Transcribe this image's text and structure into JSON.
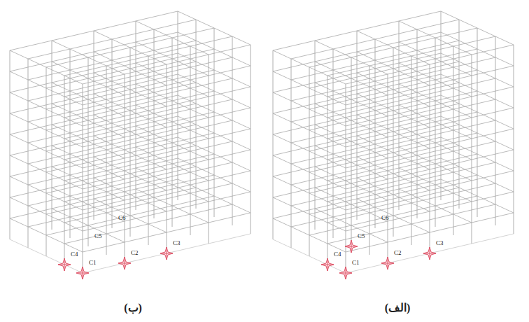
{
  "diagram": {
    "labels": [
      "C5",
      "C6",
      "C4",
      "C3",
      "C1",
      "C2",
      "C5",
      "C6",
      "C4",
      "C3",
      "C1",
      "C2",
      "(ب)",
      "(الف)"
    ]
  }
}
